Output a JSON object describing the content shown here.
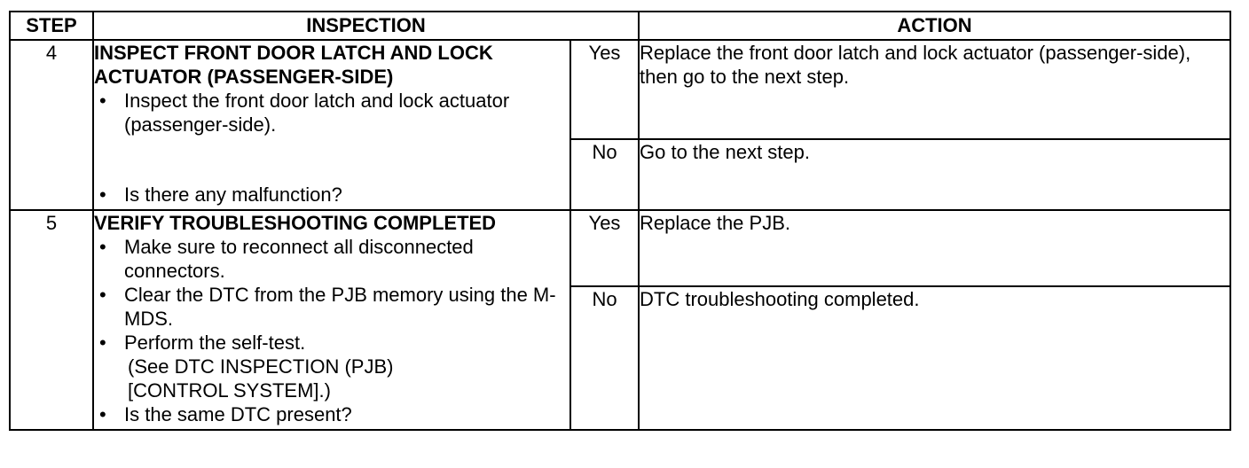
{
  "headers": {
    "step": "STEP",
    "inspection": "INSPECTION",
    "action": "ACTION"
  },
  "steps": [
    {
      "number": "4",
      "title_line1": "INSPECT FRONT DOOR LATCH AND LOCK",
      "title_line2": "ACTUATOR (PASSENGER-SIDE)",
      "bullets": [
        "Inspect the front door latch and lock actuator (passenger-side)."
      ],
      "question": "Is there any malfunction?",
      "yes_label": "Yes",
      "yes_action": "Replace the front door latch and lock actuator (passenger-side), then go to the next step.",
      "no_label": "No",
      "no_action": "Go to the next step."
    },
    {
      "number": "5",
      "title_line1": "VERIFY TROUBLESHOOTING COMPLETED",
      "bullets": [
        "Make sure to reconnect all disconnected connectors.",
        "Clear the DTC from the PJB memory using the M-MDS.",
        "Perform the self-test."
      ],
      "reference_line1": "(See DTC INSPECTION (PJB)",
      "reference_line2": "[CONTROL SYSTEM].)",
      "question": "Is the same DTC present?",
      "yes_label": "Yes",
      "yes_action": "Replace the PJB.",
      "no_label": "No",
      "no_action": "DTC troubleshooting completed."
    }
  ]
}
